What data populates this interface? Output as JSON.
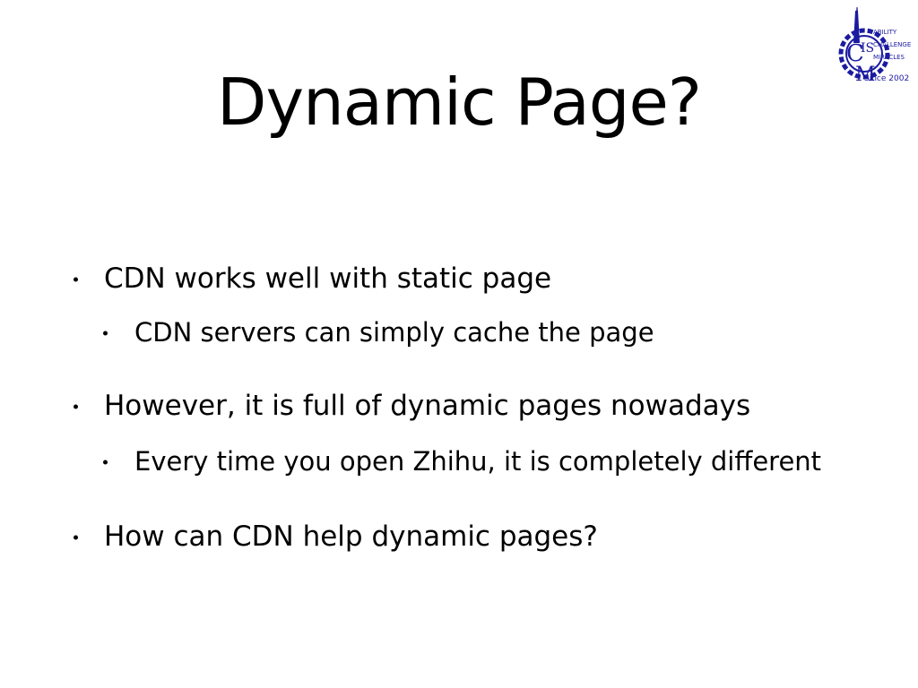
{
  "slide": {
    "title": "Dynamic Page?",
    "bullets": [
      {
        "level": 1,
        "text": "CDN works well with static page"
      },
      {
        "level": 2,
        "text": "CDN servers can simply cache the page"
      },
      {
        "level": 1,
        "text": "However, it is full of dynamic pages nowadays"
      },
      {
        "level": 2,
        "text": "Every time you open Zhihu, it is completely different"
      },
      {
        "level": 1,
        "text": "How can CDN help dynamic pages?"
      }
    ]
  },
  "logo": {
    "line1": "ABILITY",
    "line2": "CHALLENGE",
    "line3": "MIRACLES",
    "line4": "Since 2002",
    "color": "#1a1aa0",
    "icon": "ipads-gear-logo-icon"
  },
  "colors": {
    "background": "#ffffff",
    "text": "#000000",
    "logo": "#1a1aa0"
  }
}
